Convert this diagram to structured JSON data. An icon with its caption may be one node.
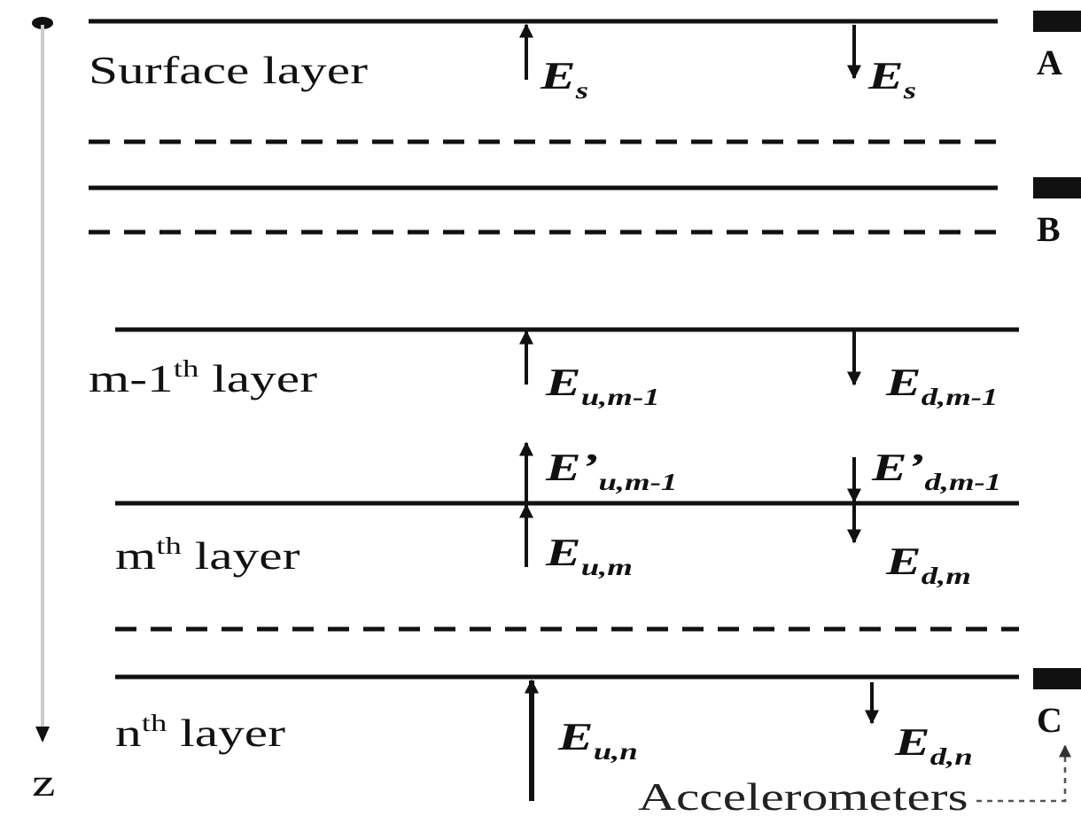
{
  "diagram": {
    "nodes": [
      {
        "text": [
          "A"
        ]
      },
      {
        "text": [
          "B"
        ]
      },
      {
        "text": [
          "C"
        ]
      },
      {
        "text": [
          "Accelerometers"
        ]
      }
    ],
    "edges": [
      {
        "from": 3,
        "to": 2,
        "arrow": "to",
        "style": "dashed"
      }
    ],
    "labels": [
      "Surface layer",
      "E$_{s}$",
      "E$_{s}$",
      "m-1$^{th}$ layer",
      "E$_{u,m-1}$",
      "E$_{d,m-1}$",
      "E’$_{u,m-1}$",
      "E’$_{d,m-1}$",
      "m$^{th}$ layer",
      "E$_{u,m}$",
      "E$_{d,m}$",
      "n$^{th}$ layer",
      "E$_{u,n}$",
      "E$_{d,n}$",
      "z"
    ]
  }
}
